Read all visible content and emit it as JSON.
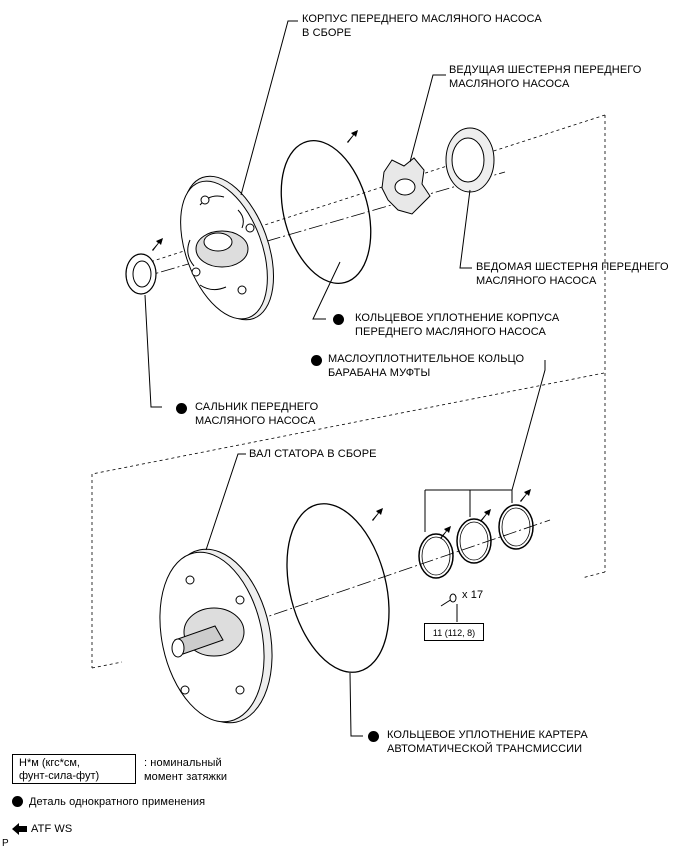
{
  "labels": {
    "front_pump_body": [
      "КОРПУС ПЕРЕДНЕГО МАСЛЯНОГО НАСОСА",
      "В СБОРЕ"
    ],
    "drive_gear": [
      "ВЕДУЩАЯ ШЕСТЕРНЯ ПЕРЕДНЕГО",
      "МАСЛЯНОГО НАСОСА"
    ],
    "driven_gear": [
      "ВЕДОМАЯ ШЕСТЕРНЯ ПЕРЕДНЕГО",
      "МАСЛЯНОГО НАСОСА"
    ],
    "body_o_ring": [
      "КОЛЬЦЕВОЕ УПЛОТНЕНИЕ КОРПУСА",
      "ПЕРЕДНЕГО МАСЛЯНОГО НАСОСА"
    ],
    "clutch_drum_seal_ring": [
      "МАСЛОУПЛОТНИТЕЛЬНОЕ КОЛЬЦО",
      "БАРАБАНА МУФТЫ"
    ],
    "oil_seal": [
      "САЛЬНИК ПЕРЕДНЕГО",
      "МАСЛЯНОГО НАСОСА"
    ],
    "stator_shaft": "ВАЛ СТАТОРА В СБОРЕ",
    "case_o_ring": [
      "КОЛЬЦЕВОЕ УПЛОТНЕНИЕ КАРТЕРА",
      "АВТОМАТИЧЕСКОЙ ТРАНСМИССИИ"
    ]
  },
  "bolt_qty": "x 17",
  "torque_value": "11 (112, 8)",
  "legend": {
    "torque_unit": [
      "Н*м (кгс*см,",
      "фунт-сила-фут)"
    ],
    "torque_desc": [
      ": номинальный",
      "момент затяжки"
    ],
    "non_reusable": "Деталь однократного применения",
    "atf": "ATF WS"
  },
  "corner_mark": "P"
}
